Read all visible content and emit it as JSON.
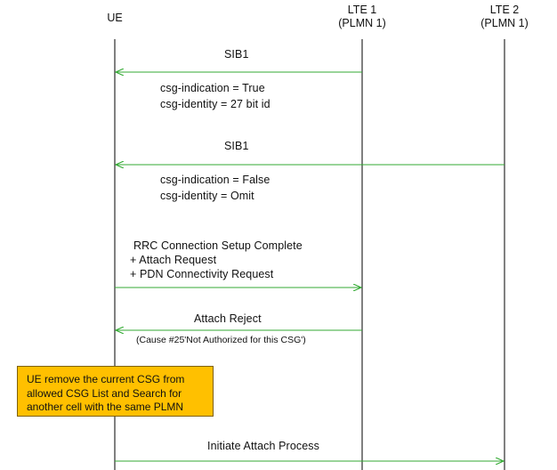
{
  "entities": {
    "ue": "UE",
    "lte1": [
      "LTE 1",
      "(PLMN  1)"
    ],
    "lte2": [
      "LTE 2",
      "(PLMN  1)"
    ]
  },
  "messages": [
    {
      "label": "SIB1",
      "params": [
        "csg-indication = True",
        "csg-identity = 27 bit id"
      ]
    },
    {
      "label": "SIB1",
      "params": [
        "csg-indication = False",
        "csg-identity = Omit"
      ]
    },
    {
      "label": [
        "RRC  Connection  Setup Complete",
        "+  Attach Request",
        "+  PDN  Connectivity Request"
      ]
    },
    {
      "label": "Attach Reject",
      "cause": "(Cause #25'Not Authorized for this CSG')"
    },
    {
      "label": "Initiate Attach Process"
    }
  ],
  "note": [
    "UE remove  the current CSG from",
    "allowed  CSG List and Search for",
    "another cell with the same PLMN"
  ],
  "colors": {
    "arrow": "#33aa33",
    "lifeline": "#000000",
    "note_bg": "#ffc000",
    "note_border": "#7f6000"
  }
}
